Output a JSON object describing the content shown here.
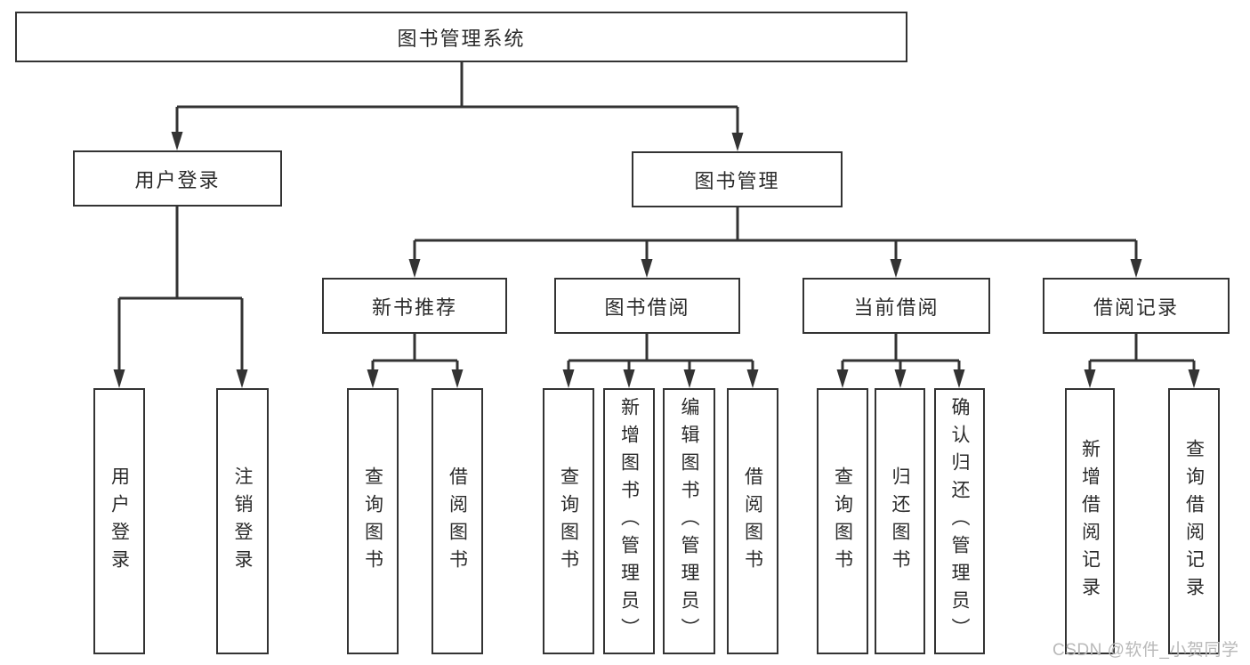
{
  "diagram": {
    "root": {
      "label": "图书管理系统"
    },
    "level2": [
      {
        "label": "用户登录"
      },
      {
        "label": "图书管理"
      }
    ],
    "level3": [
      {
        "label": "新书推荐",
        "parent": "图书管理"
      },
      {
        "label": "图书借阅",
        "parent": "图书管理"
      },
      {
        "label": "当前借阅",
        "parent": "图书管理"
      },
      {
        "label": "借阅记录",
        "parent": "图书管理"
      }
    ],
    "leaves": [
      {
        "label": "用户登录",
        "parent": "用户登录"
      },
      {
        "label": "注销登录",
        "parent": "用户登录"
      },
      {
        "label": "查询图书",
        "parent": "新书推荐"
      },
      {
        "label": "借阅图书",
        "parent": "新书推荐"
      },
      {
        "label": "查询图书",
        "parent": "图书借阅"
      },
      {
        "label": "新增图书（管理员）",
        "parent": "图书借阅"
      },
      {
        "label": "编辑图书（管理员）",
        "parent": "图书借阅"
      },
      {
        "label": "借阅图书",
        "parent": "图书借阅"
      },
      {
        "label": "查询图书",
        "parent": "当前借阅"
      },
      {
        "label": "归还图书",
        "parent": "当前借阅"
      },
      {
        "label": "确认归还（管理员）",
        "parent": "当前借阅"
      },
      {
        "label": "新增借阅记录",
        "parent": "借阅记录"
      },
      {
        "label": "查询借阅记录",
        "parent": "借阅记录"
      }
    ]
  },
  "watermark": "CSDN @软件_小贺同学",
  "colors": {
    "line": "#333333",
    "box_border": "#333333",
    "text": "#2b2b2b",
    "watermark": "#b9b9b9",
    "background": "#ffffff"
  }
}
